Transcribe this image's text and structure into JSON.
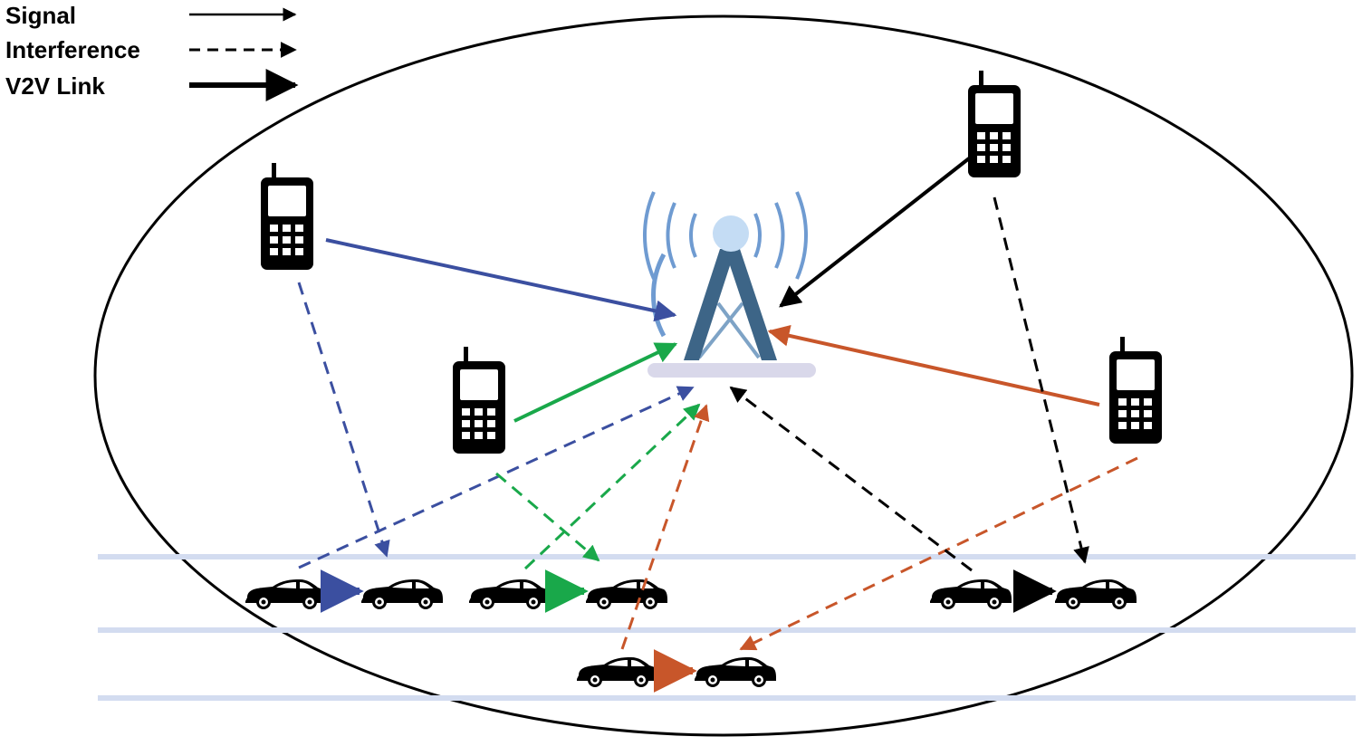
{
  "legend": {
    "signal_label": "Signal",
    "interference_label": "Interference",
    "v2v_label": "V2V Link"
  },
  "colors": {
    "blue": "#3b4fa0",
    "green": "#19a84a",
    "orange": "#c8562a",
    "black": "#000000",
    "tower": "#3d6587",
    "tower_light": "#7ea3c6",
    "waves": "#6f9bd1",
    "road": "#d3dcf0",
    "base": "#d9d8ea"
  },
  "nodes": {
    "phones": [
      "phone-top-left",
      "phone-middle-left",
      "phone-top-right",
      "phone-right"
    ],
    "cars": [
      "car-pair-blue",
      "car-pair-green",
      "car-pair-orange",
      "car-pair-black"
    ],
    "base_station": "cell-tower-icon"
  }
}
